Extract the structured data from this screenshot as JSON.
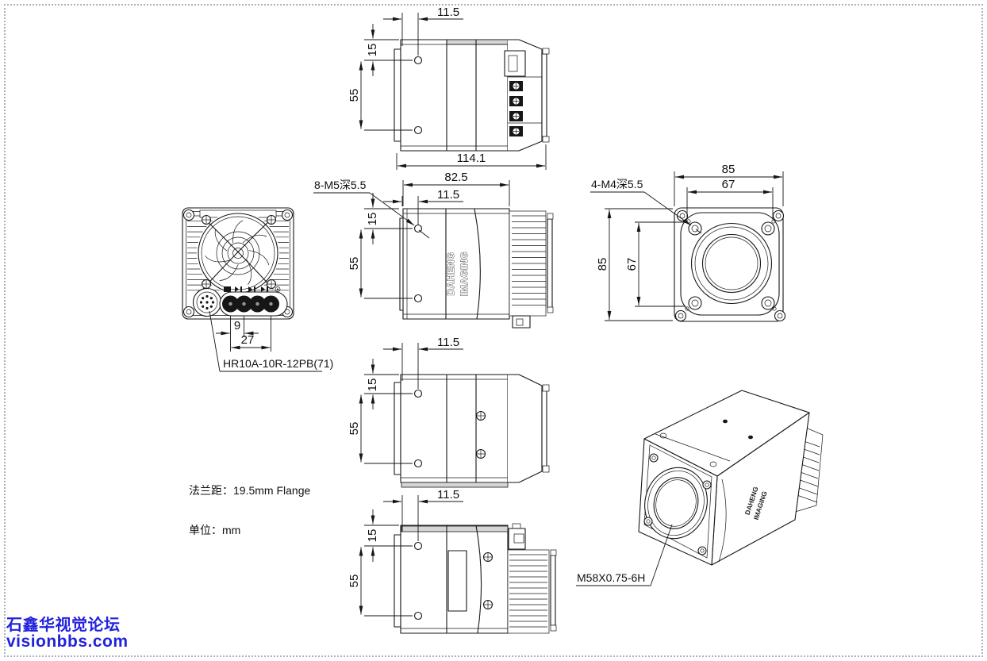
{
  "dimensions": {
    "hole_offset": "11.5",
    "hole_top": "15",
    "hole_pitch": "55",
    "total_length": "114.1",
    "front_length": "82.5",
    "body_width": "85",
    "inner_pitch": "67",
    "conn_pitch": "9",
    "conn_span": "27"
  },
  "callouts": {
    "side_screws": "8-M5深5.5",
    "front_screws": "4-M4深5.5",
    "rear_connector": "HR10A-10R-12PB(71)",
    "lens_thread": "M58X0.75-6H"
  },
  "notes": {
    "flange": "法兰距：19.5mm Flange",
    "unit": "单位：mm"
  },
  "logo": {
    "line1": "DAHENG",
    "line2": "IMAGING"
  },
  "watermark": {
    "line1": "石鑫华视觉论坛",
    "line2": "visionbbs.com",
    "color": "#2222dd"
  }
}
